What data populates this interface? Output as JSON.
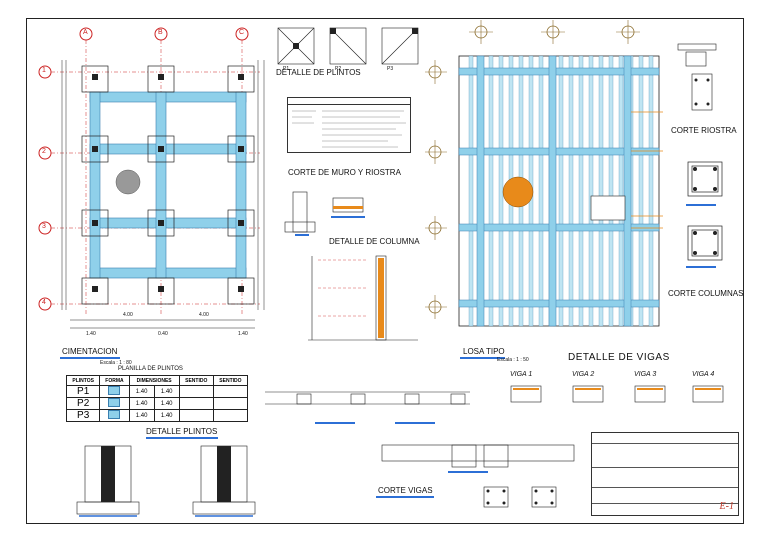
{
  "axes": {
    "columns": [
      "A",
      "B",
      "C"
    ],
    "rows": [
      "1",
      "2",
      "3",
      "4"
    ]
  },
  "plan": {
    "dimensions_bottom": [
      "1.40",
      "4.00",
      "0.40",
      "4.00",
      "1.40"
    ],
    "cimentacion": "CIMENTACION",
    "cimentacion_scale": "Escala : 1 : 80"
  },
  "plintos_detail": {
    "title": "DETALLE DE PLINTOS",
    "tags": [
      "P1",
      "P2",
      "P3"
    ]
  },
  "corte_muro": {
    "title": "CORTE DE MURO Y RIOSTRA"
  },
  "detalle_columna": {
    "title": "DETALLE DE COLUMNA"
  },
  "planilla": {
    "title": "PLANILLA DE PLINTOS",
    "headers": [
      "PLINTOS",
      "FORMA",
      "DIMENSIONES",
      "SENTIDO",
      "SENTIDO"
    ],
    "rows": [
      {
        "name": "P1",
        "a": "1.40",
        "b": "1.40"
      },
      {
        "name": "P2",
        "a": "1.40",
        "b": "1.40"
      },
      {
        "name": "P3",
        "a": "1.40",
        "b": "1.40"
      }
    ]
  },
  "detalle_plintos_bottom": {
    "title": "DETALLE PLINTOS"
  },
  "losa": {
    "title": "LOSA TIPO",
    "scale": "Escala : 1 : 50"
  },
  "vigas": {
    "title": "DETALLE DE VIGAS",
    "labels": [
      "VIGA 1",
      "VIGA 2",
      "VIGA 3",
      "VIGA 4"
    ]
  },
  "corte_vigas": {
    "title": "CORTE VIGAS"
  },
  "right_details": {
    "corte_riostra": "CORTE RIOSTRA",
    "corte_columnas": "CORTE COLUMNAS"
  },
  "title_block": {
    "sheet": "E-1"
  },
  "colors": {
    "beam_blue": "#8fd0ea",
    "dim_blue": "#2c6fd6",
    "orange": "#e88a1a",
    "axis_red": "#cc2222"
  }
}
